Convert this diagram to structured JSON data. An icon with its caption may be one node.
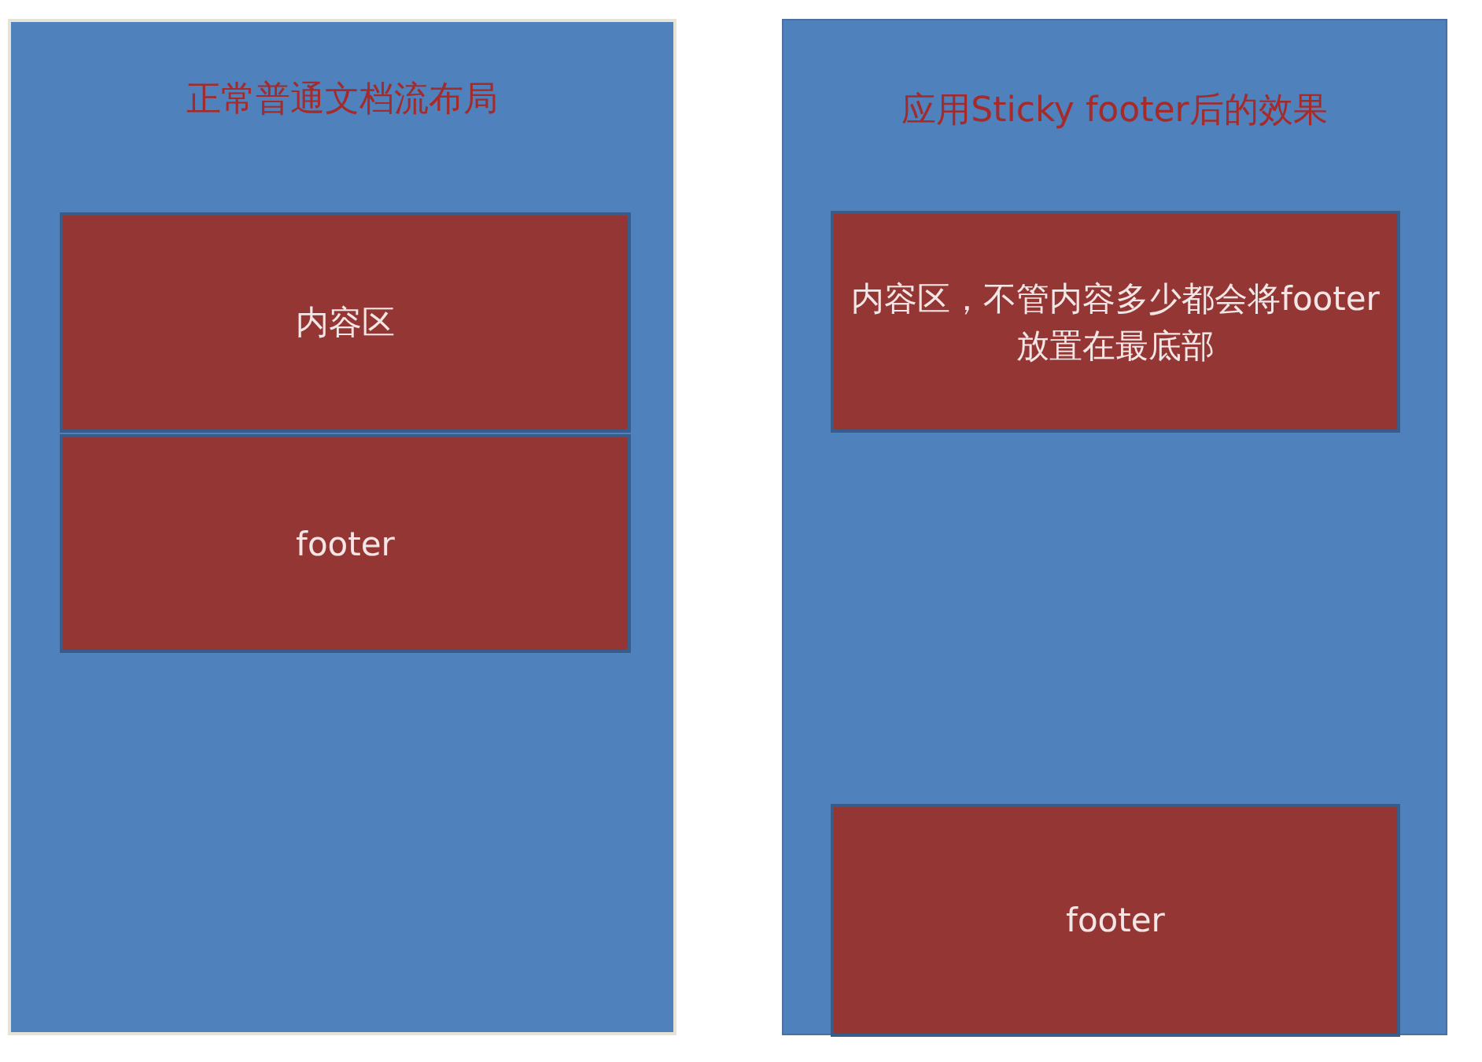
{
  "diagram": {
    "nodes": [
      {
        "text": [
          "正常普通文档流布局"
        ]
      },
      {
        "text": [
          "内容区"
        ],
        "in": 0
      },
      {
        "text": [
          "footer"
        ],
        "in": 0
      },
      {
        "text": [
          "应用Sticky footer后的效果"
        ]
      },
      {
        "text": [
          "内容区，不管内容多少都会将footer放置在最底部"
        ],
        "in": 3
      },
      {
        "text": [
          "footer"
        ],
        "in": 3
      }
    ],
    "edges": []
  }
}
